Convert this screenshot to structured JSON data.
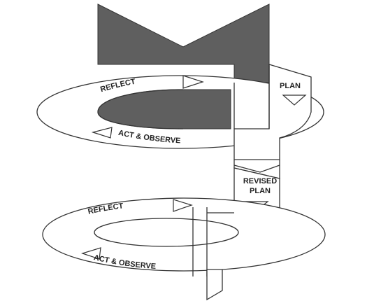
{
  "cycle1": {
    "reflect_label": "REFLECT",
    "plan_label": "PLAN",
    "act_observe_label": "ACT & OBSERVE"
  },
  "cycle2": {
    "revised_plan_line1": "REVISED",
    "revised_plan_line2": "PLAN",
    "reflect_label": "REFLECT",
    "act_observe_label": "ACT & OBSERVE"
  },
  "colors": {
    "fill_dark": "#5f5f5f",
    "stroke": "#333333",
    "paper": "#ffffff"
  }
}
